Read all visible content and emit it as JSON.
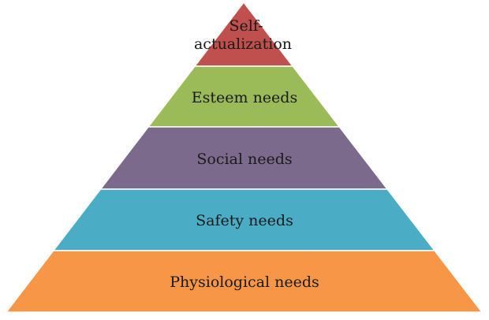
{
  "diagram": {
    "type": "pyramid",
    "tiers": [
      {
        "label_lines": [
          "Self-",
          "actualization"
        ],
        "color": "#c0504d"
      },
      {
        "label_lines": [
          "Esteem needs"
        ],
        "color": "#9bbb59"
      },
      {
        "label_lines": [
          "Social needs"
        ],
        "color": "#7b6a8c"
      },
      {
        "label_lines": [
          "Safety needs"
        ],
        "color": "#4bacc6"
      },
      {
        "label_lines": [
          "Physiological needs"
        ],
        "color": "#f79646"
      }
    ]
  }
}
